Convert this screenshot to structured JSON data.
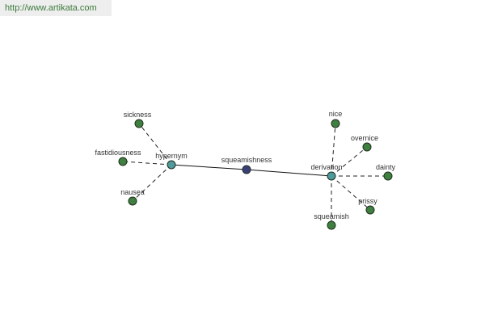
{
  "watermark": "http://www.artikata.com",
  "graph": {
    "center": {
      "label": "squeamishness",
      "color": "#3a3f7a"
    },
    "relations": [
      {
        "label": "hypernym",
        "color": "#4f9a9a"
      },
      {
        "label": "derivation",
        "color": "#4f9a9a"
      }
    ],
    "leaves": [
      {
        "label": "sickness",
        "color": "#3f7f3f"
      },
      {
        "label": "fastidiousness",
        "color": "#3f7f3f"
      },
      {
        "label": "nausea",
        "color": "#3f7f3f"
      },
      {
        "label": "nice",
        "color": "#3f7f3f"
      },
      {
        "label": "overnice",
        "color": "#3f7f3f"
      },
      {
        "label": "dainty",
        "color": "#3f7f3f"
      },
      {
        "label": "prissy",
        "color": "#3f7f3f"
      },
      {
        "label": "squeamish",
        "color": "#3f7f3f"
      }
    ]
  }
}
